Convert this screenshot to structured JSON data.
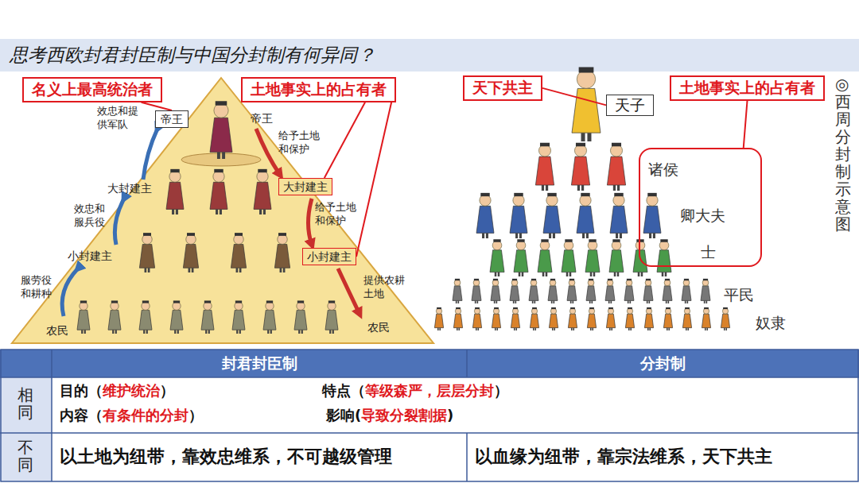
{
  "diagram": {
    "title": "思考西欧封君封臣制与中国分封制有何异同？",
    "nodes": [
      {
        "text": [
          "名义上最高统治者"
        ]
      },
      {
        "text": [
          "土地事实上的占有者"
        ]
      },
      {
        "text": [
          "帝王"
        ]
      },
      {
        "text": [
          "大封建主"
        ]
      },
      {
        "text": [
          "小封建主"
        ]
      },
      {
        "text": [
          "天下共主"
        ]
      },
      {
        "text": [
          "天子"
        ]
      },
      {
        "text": [
          "土地事实上的占有者"
        ]
      },
      {
        "text": [
          "诸侯",
          "卿大夫",
          "士"
        ]
      }
    ],
    "edges": [
      {
        "from": 0,
        "to": 2,
        "arrow": "none"
      },
      {
        "from": 1,
        "to": 3,
        "arrow": "none"
      },
      {
        "from": 1,
        "to": 4,
        "arrow": "none"
      },
      {
        "from": 5,
        "to": 6,
        "arrow": "none"
      },
      {
        "from": 7,
        "to": 8,
        "arrow": "none"
      }
    ],
    "labels": [
      "帝王",
      "大封建主",
      "小封建主",
      "农民",
      "农民",
      "效忠和提供军队",
      "效忠和服兵役",
      "服劳役和耕种",
      "给予土地和保护",
      "给予土地和保护",
      "提供农耕土地",
      "平民",
      "奴隶",
      "◎西周分封制示意图",
      "封君封臣制",
      "分封制",
      "相同",
      "目的（",
      "维护统治",
      "）",
      "特点（",
      "等级森严，层层分封",
      "）",
      "内容（",
      "有条件的分封",
      "）",
      "影响(",
      "导致分裂割据",
      ")",
      "不同",
      "以土地为纽带，靠效忠维系，不可越级管理",
      "以血缘为纽带，靠宗法维系，天下共主"
    ]
  }
}
